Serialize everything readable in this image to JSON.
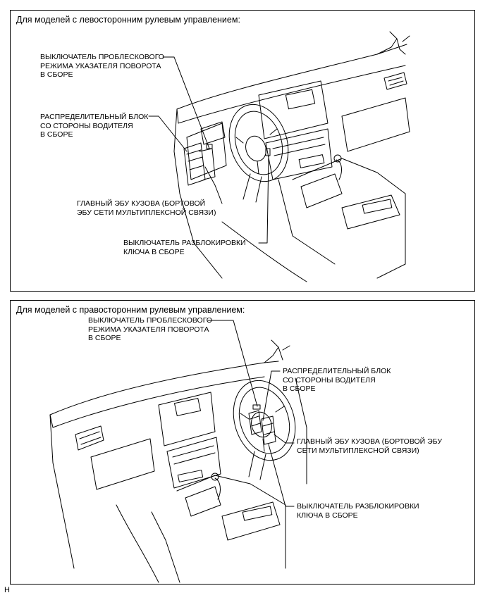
{
  "panels": [
    {
      "title": "Для моделей с левосторонним рулевым управлением:",
      "labels": {
        "flasher": [
          "ВЫКЛЮЧАТЕЛЬ ПРОБЛЕСКОВОГО",
          "РЕЖИМА УКАЗАТЕЛЯ ПОВОРОТА",
          "В СБОРЕ"
        ],
        "junction": [
          "РАСПРЕДЕЛИТЕЛЬНЫЙ БЛОК",
          "СО СТОРОНЫ ВОДИТЕЛЯ",
          "В СБОРЕ"
        ],
        "ecu": [
          "ГЛАВНЫЙ ЭБУ КУЗОВА (БОРТОВОЙ",
          "ЭБУ СЕТИ МУЛЬТИПЛЕКСНОЙ СВЯЗИ)"
        ],
        "unlock": [
          "ВЫКЛЮЧАТЕЛЬ РАЗБЛОКИРОВКИ",
          "КЛЮЧА В СБОРЕ"
        ]
      }
    },
    {
      "title": "Для моделей с правосторонним рулевым управлением:",
      "labels": {
        "flasher": [
          "ВЫКЛЮЧАТЕЛЬ ПРОБЛЕСКОВОГО",
          "РЕЖИМА УКАЗАТЕЛЯ ПОВОРОТА",
          "В СБОРЕ"
        ],
        "junction": [
          "РАСПРЕДЕЛИТЕЛЬНЫЙ БЛОК",
          "СО СТОРОНЫ ВОДИТЕЛЯ",
          "В СБОРЕ"
        ],
        "ecu": [
          "ГЛАВНЫЙ ЭБУ КУЗОВА (БОРТОВОЙ ЭБУ",
          "СЕТИ МУЛЬТИПЛЕКСНОЙ СВЯЗИ)"
        ],
        "unlock": [
          "ВЫКЛЮЧАТЕЛЬ РАЗБЛОКИРОВКИ",
          "КЛЮЧА В СБОРЕ"
        ]
      }
    }
  ],
  "footer_code": "H"
}
